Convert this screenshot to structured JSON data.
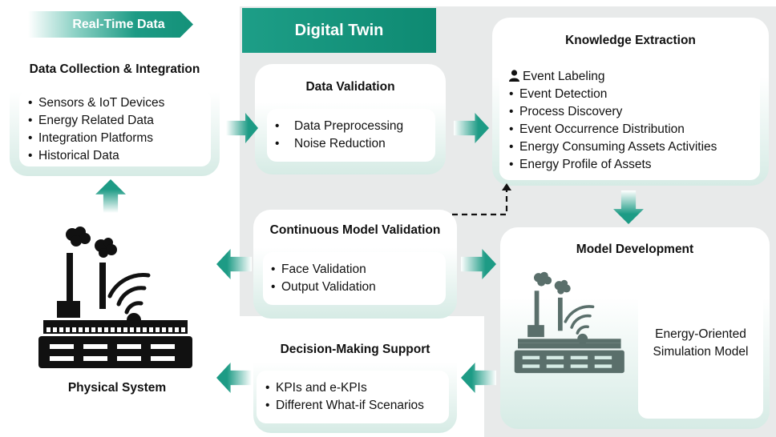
{
  "banners": {
    "real_time": "Real-Time Data",
    "digital_twin": "Digital Twin"
  },
  "data_collection": {
    "title": "Data Collection & Integration",
    "items": [
      "Sensors & IoT Devices",
      "Energy Related Data",
      "Integration Platforms",
      "Historical Data"
    ]
  },
  "data_validation": {
    "title": "Data Validation",
    "items": [
      "Data Preprocessing",
      "Noise Reduction"
    ]
  },
  "knowledge_extraction": {
    "title": "Knowledge Extraction",
    "items": [
      "Event Labeling",
      "Event Detection",
      "Process Discovery",
      "Event Occurrence Distribution",
      "Energy Consuming Assets Activities",
      "Energy Profile of Assets"
    ]
  },
  "continuous_validation": {
    "title": "Continuous Model Validation",
    "items": [
      "Face Validation",
      "Output Validation"
    ]
  },
  "model_development": {
    "title": "Model Development",
    "sim_model": [
      "Energy-Oriented",
      "Simulation Model"
    ]
  },
  "decision_support": {
    "title": "Decision-Making Support",
    "items": [
      "KPIs and e-KPIs",
      "Different What-if Scenarios"
    ]
  },
  "physical_system": {
    "label": "Physical System"
  },
  "colors": {
    "accent": "#1d9b85",
    "panel_tint": "#d6ebe5",
    "twin_background": "#e8eaea"
  },
  "icons": [
    "factory-icon",
    "wifi-signal-icon",
    "person-icon",
    "smoke-icon"
  ]
}
